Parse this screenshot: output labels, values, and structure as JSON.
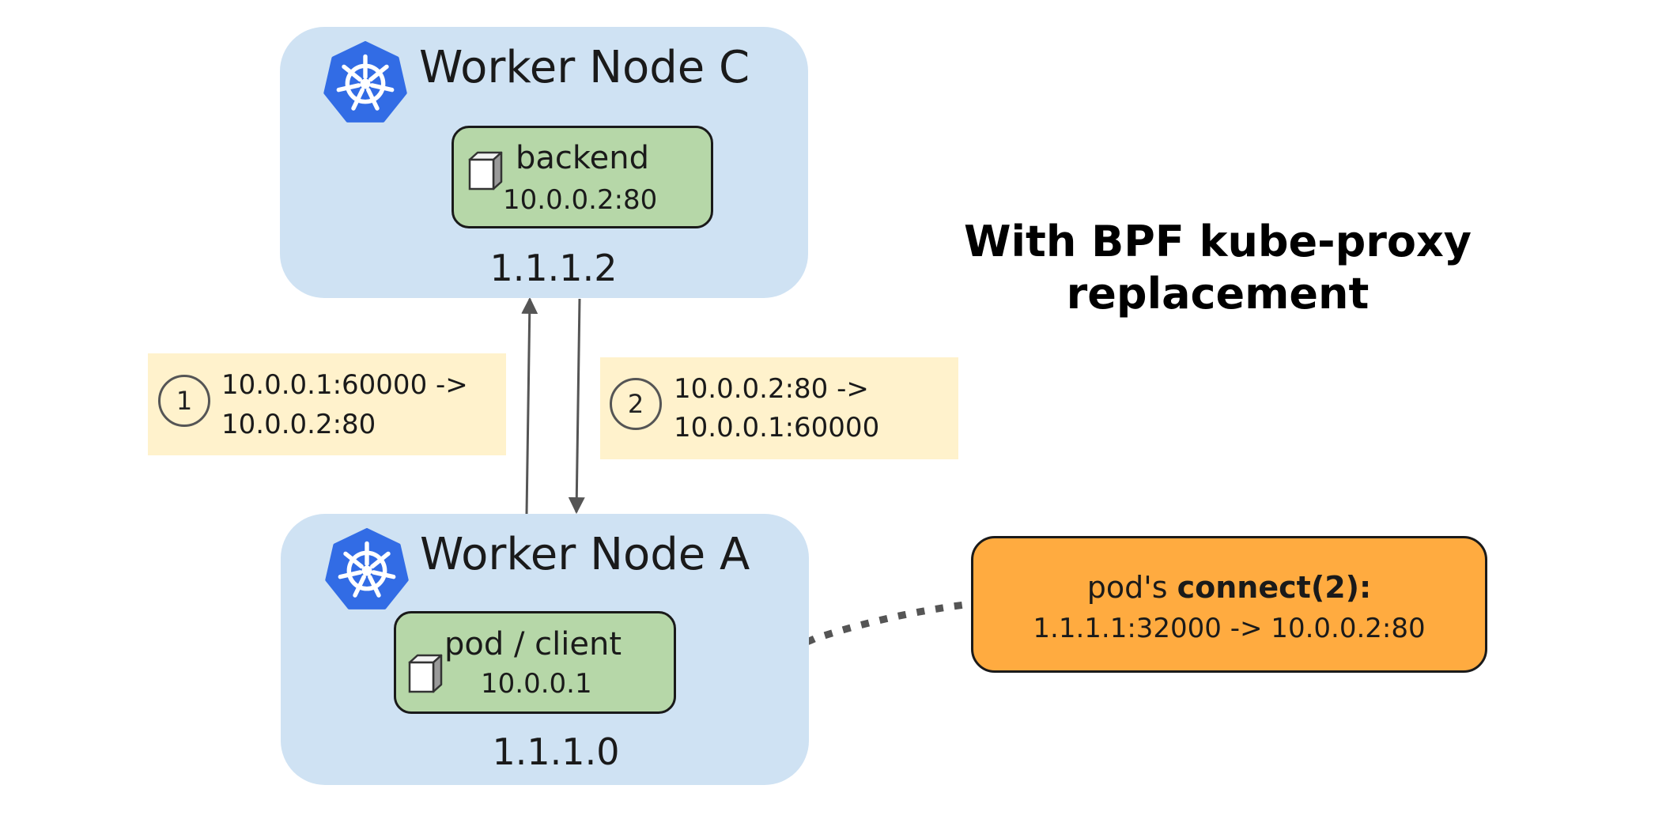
{
  "title": {
    "line1": "With BPF kube-proxy",
    "line2": "replacement"
  },
  "nodes": {
    "c": {
      "title": "Worker Node C",
      "ip": "1.1.1.2",
      "icon": "kubernetes-helm-wheel-icon",
      "pod": {
        "name": "backend",
        "ip": "10.0.0.2:80",
        "icon": "cube-icon"
      }
    },
    "a": {
      "title": "Worker Node A",
      "ip": "1.1.1.0",
      "icon": "kubernetes-helm-wheel-icon",
      "pod": {
        "name": "pod / client",
        "ip": "10.0.0.1",
        "icon": "cube-icon"
      }
    }
  },
  "flows": [
    {
      "step": "1",
      "line1": "10.0.0.1:60000 ->",
      "line2": "10.0.0.2:80"
    },
    {
      "step": "2",
      "line1": "10.0.0.2:80 ->",
      "line2": "10.0.0.1:60000"
    }
  ],
  "callout": {
    "prefix": "pod's ",
    "emphasis": "connect(2):",
    "line2": "1.1.1.1:32000 -> 10.0.0.2:80"
  },
  "colors": {
    "node_fill": "#cfe2f3",
    "pod_fill": "#b6d7a8",
    "note_fill": "#fff2cc",
    "callout_fill": "#ffab40",
    "k8s_blue": "#326ce5"
  }
}
